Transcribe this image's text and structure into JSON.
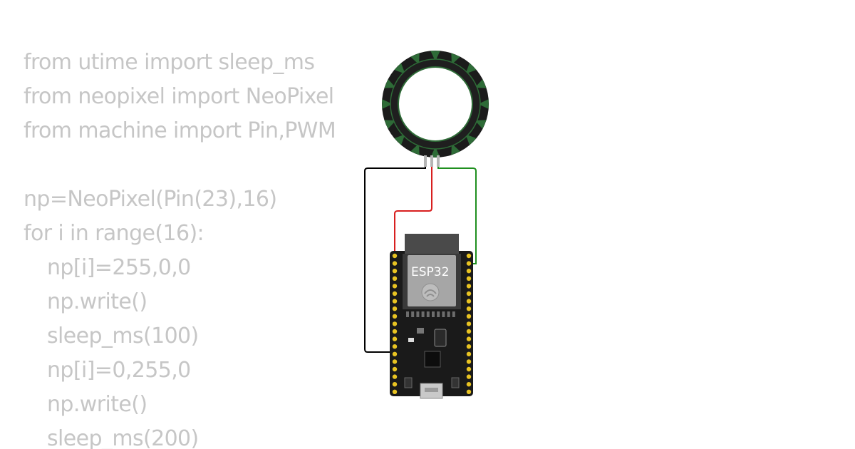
{
  "code": {
    "lines": [
      {
        "text": "from utime import sleep_ms",
        "indent": false
      },
      {
        "text": "from neopixel import NeoPixel",
        "indent": false
      },
      {
        "text": "from machine import Pin,PWM",
        "indent": false
      },
      {
        "text": "",
        "indent": false
      },
      {
        "text": "np=NeoPixel(Pin(23),16)",
        "indent": false
      },
      {
        "text": "for i in range(16):",
        "indent": false
      },
      {
        "text": "np[i]=255,0,0",
        "indent": true
      },
      {
        "text": "np.write()",
        "indent": true
      },
      {
        "text": "sleep_ms(100)",
        "indent": true
      },
      {
        "text": "np[i]=0,255,0",
        "indent": true
      },
      {
        "text": "np.write()",
        "indent": true
      },
      {
        "text": "sleep_ms(200)",
        "indent": true
      }
    ]
  },
  "board": {
    "chip_label": "ESP32"
  },
  "colors": {
    "code_text": "#c6c6c6",
    "wire_ground": "#000000",
    "wire_power": "#d81f1f",
    "wire_data": "#1f8f1f",
    "ring_led": "#2e6b37",
    "board_body": "#1a1a1a",
    "pin_header": "#e8c322"
  },
  "icons": {
    "ring": "neopixel-ring-icon",
    "logo": "espressif-logo-icon",
    "usb": "micro-usb-port-icon"
  }
}
